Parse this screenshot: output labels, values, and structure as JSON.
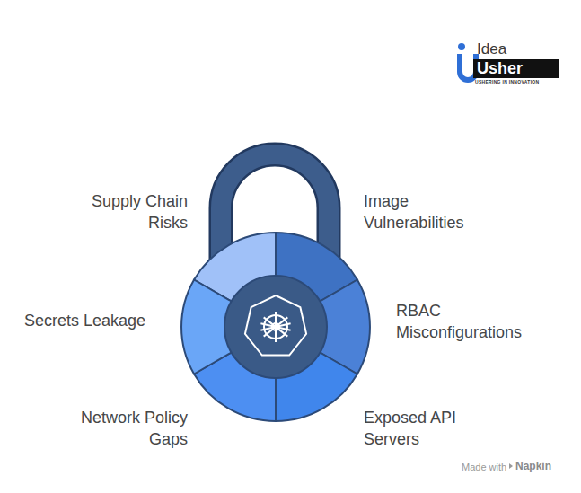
{
  "diagram": {
    "labels": [
      "Idea",
      "Usher",
      "USHERING IN INNOVATION",
      "Supply Chain Risks",
      "Image Vulnerabilities",
      "Secrets Leakage",
      "RBAC Misconfigurations",
      "Network Policy Gaps",
      "Exposed API Servers",
      "Made with",
      "Napkin"
    ]
  }
}
